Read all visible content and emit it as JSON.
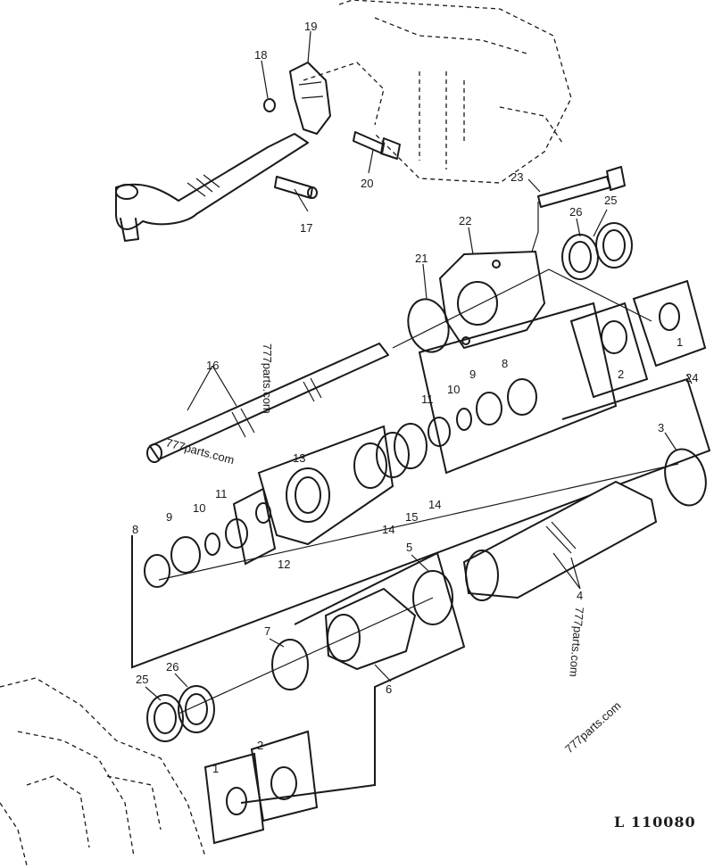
{
  "reference_code": "L 110080",
  "watermarks": [
    "777parts.com",
    "777parts.com",
    "777parts.com",
    "777parts.com"
  ],
  "callouts": {
    "n1a": "1",
    "n1b": "1",
    "n2a": "2",
    "n2b": "2",
    "n3": "3",
    "n4": "4",
    "n5": "5",
    "n6": "6",
    "n7": "7",
    "n8a": "8",
    "n8b": "8",
    "n9a": "9",
    "n9b": "9",
    "n10a": "10",
    "n10b": "10",
    "n11a": "11",
    "n11b": "11",
    "n12": "12",
    "n13": "13",
    "n14a": "14",
    "n14b": "14",
    "n15": "15",
    "n16": "16",
    "n17": "17",
    "n18": "18",
    "n19": "19",
    "n20": "20",
    "n21": "21",
    "n22": "22",
    "n23": "23",
    "n24": "24",
    "n25a": "25",
    "n25b": "25",
    "n26a": "26",
    "n26b": "26"
  }
}
